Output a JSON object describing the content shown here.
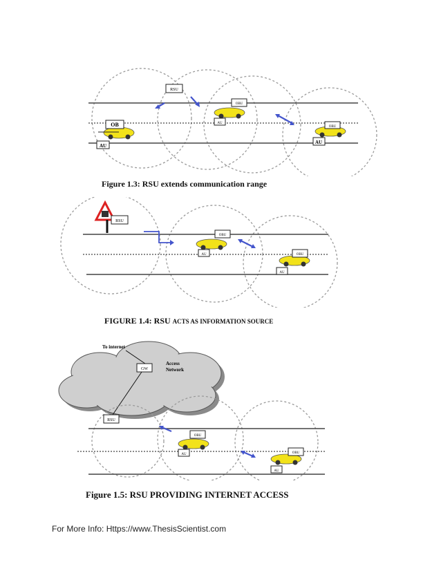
{
  "figures": [
    {
      "caption": "Figure 1.3: RSU extends communication range",
      "labels": {
        "rsu": "RSU",
        "obu_left": "OB",
        "au_left": "AU",
        "obu_mid": "OBU",
        "au_mid": "AU",
        "obu_right": "OBU",
        "au_right": "AU"
      }
    },
    {
      "caption_main": "FIGURE 1.4: RSU",
      "caption_small": "ACTS AS INFORMATION SOURCE",
      "labels": {
        "rsu": "RSU",
        "obu_mid": "OBU",
        "au_mid": "AU",
        "obu_right": "OBU",
        "au_right": "AU"
      }
    },
    {
      "caption": "Figure 1.5: RSU PROVIDING INTERNET ACCESS",
      "labels": {
        "to_internet": "To internet",
        "gw": "GW",
        "access_network": "Access\nNetwork",
        "rsu": "RSU",
        "obu_mid": "OBU",
        "au_mid": "AU",
        "obu_right": "OBU",
        "au_right": "AU"
      }
    }
  ],
  "footer": "For More Info: Https://www.ThesisScientist.com",
  "colors": {
    "arrow": "#4455cc",
    "car": "#f2e21a",
    "circle": "#9a9a9a",
    "road": "#444444"
  }
}
